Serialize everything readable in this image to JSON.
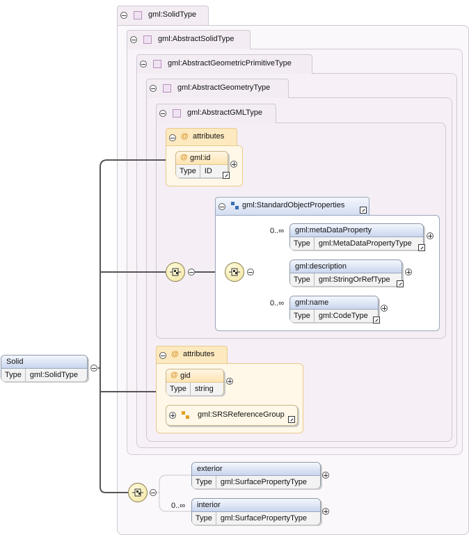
{
  "types": {
    "solid_type": "gml:SolidType",
    "abstract_solid_type": "gml:AbstractSolidType",
    "abstract_geometric_primitive_type": "gml:AbstractGeometricPrimitiveType",
    "abstract_geometry_type": "gml:AbstractGeometryType",
    "abstract_gml_type": "gml:AbstractGMLType"
  },
  "root_element": {
    "name": "Solid",
    "type_label": "Type",
    "type_value": "gml:SolidType"
  },
  "attributes_label": "attributes",
  "attr_group_1": {
    "attr_name": "gml:id",
    "type_label": "Type",
    "type_value": "ID"
  },
  "attr_group_2": {
    "attr_name": "gid",
    "type_label": "Type",
    "type_value": "string",
    "group_ref": "gml:SRSReferenceGroup"
  },
  "standard_object_properties": {
    "group_name": "gml:StandardObjectProperties",
    "elements": [
      {
        "name": "gml:metaDataProperty",
        "type_label": "Type",
        "type_value": "gml:MetaDataPropertyType",
        "cardinality": "0..∞"
      },
      {
        "name": "gml:description",
        "type_label": "Type",
        "type_value": "gml:StringOrRefType",
        "cardinality": ""
      },
      {
        "name": "gml:name",
        "type_label": "Type",
        "type_value": "gml:CodeType",
        "cardinality": "0..∞"
      }
    ]
  },
  "solid_children": [
    {
      "name": "exterior",
      "type_label": "Type",
      "type_value": "gml:SurfacePropertyType",
      "cardinality": ""
    },
    {
      "name": "interior",
      "type_label": "Type",
      "type_value": "gml:SurfacePropertyType",
      "cardinality": "0..∞"
    }
  ]
}
